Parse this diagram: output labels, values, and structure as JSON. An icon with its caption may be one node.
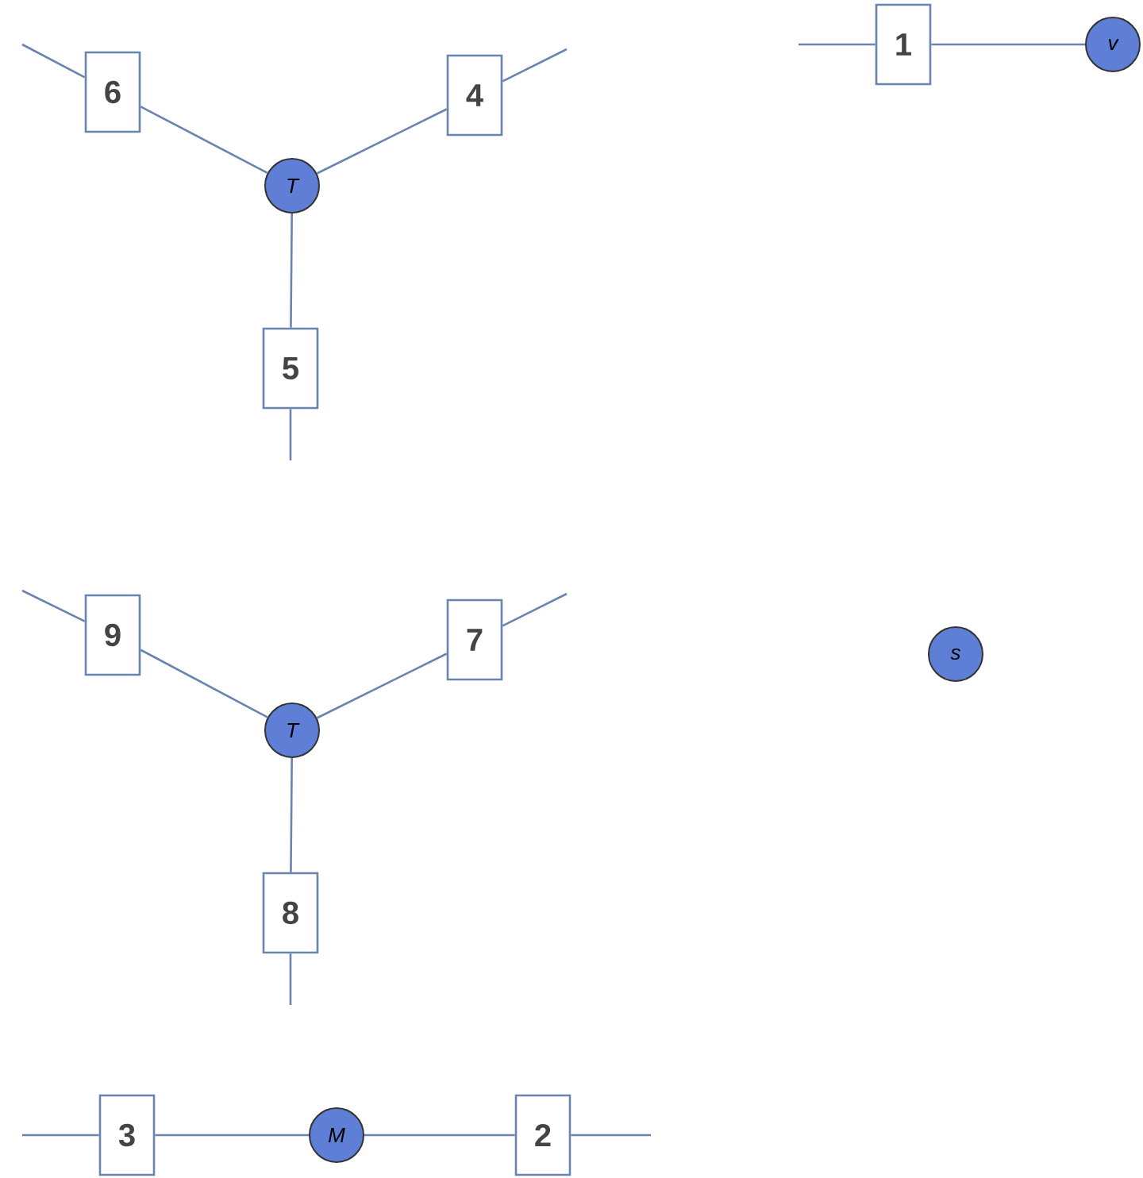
{
  "diagram": {
    "nodes": [
      {
        "text": [
          "6"
        ]
      },
      {
        "text": [
          "4"
        ]
      },
      {
        "text": [
          "1"
        ]
      },
      {
        "text": [
          "v"
        ]
      },
      {
        "text": [
          "T"
        ]
      },
      {
        "text": [
          "5"
        ]
      },
      {
        "text": [
          "9"
        ]
      },
      {
        "text": [
          "7"
        ]
      },
      {
        "text": [
          "s"
        ]
      },
      {
        "text": [
          "T"
        ]
      },
      {
        "text": [
          "8"
        ]
      },
      {
        "text": [
          "3"
        ]
      },
      {
        "text": [
          "M"
        ]
      },
      {
        "text": [
          "2"
        ]
      }
    ],
    "edges": [
      {
        "from": 0,
        "to": 4,
        "arrow": "none"
      },
      {
        "from": 4,
        "to": 1,
        "arrow": "none"
      },
      {
        "from": 4,
        "to": 5,
        "arrow": "none"
      },
      {
        "from": 0,
        "to": null,
        "arrow": "none"
      },
      {
        "from": 1,
        "to": null,
        "arrow": "none"
      },
      {
        "from": 5,
        "to": null,
        "arrow": "none"
      },
      {
        "from": null,
        "to": 2,
        "arrow": "none"
      },
      {
        "from": 2,
        "to": 3,
        "arrow": "none"
      },
      {
        "from": 6,
        "to": 9,
        "arrow": "none"
      },
      {
        "from": 9,
        "to": 7,
        "arrow": "none"
      },
      {
        "from": 9,
        "to": 10,
        "arrow": "none"
      },
      {
        "from": 6,
        "to": null,
        "arrow": "none"
      },
      {
        "from": 7,
        "to": null,
        "arrow": "none"
      },
      {
        "from": 10,
        "to": null,
        "arrow": "none"
      },
      {
        "from": null,
        "to": 11,
        "arrow": "none"
      },
      {
        "from": 11,
        "to": 12,
        "arrow": "none"
      },
      {
        "from": 12,
        "to": 13,
        "arrow": "none"
      },
      {
        "from": 13,
        "to": null,
        "arrow": "none"
      }
    ]
  }
}
